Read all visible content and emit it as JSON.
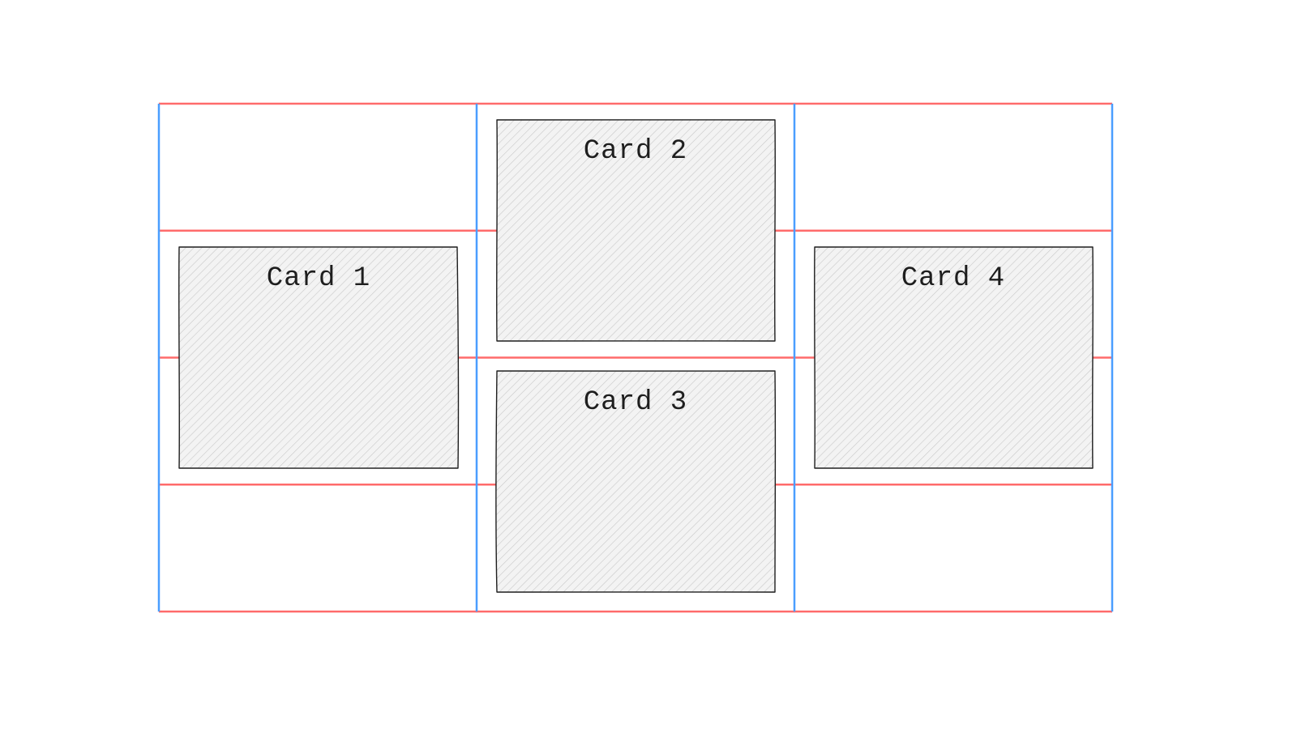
{
  "diagram": {
    "grid": {
      "columns": 3,
      "rows": 4,
      "row_line_color": "#ff6b6b",
      "column_line_color": "#4a9eff"
    },
    "card_style": {
      "stroke_color": "#1e1e1e",
      "fill_color": "#e9ecef",
      "fill_pattern": "diagonal-hatch"
    },
    "cards": [
      {
        "id": "card-1",
        "label": "Card 1",
        "column": 1,
        "row_start": 2,
        "row_span": 2
      },
      {
        "id": "card-2",
        "label": "Card 2",
        "column": 2,
        "row_start": 1,
        "row_span": 2
      },
      {
        "id": "card-3",
        "label": "Card 3",
        "column": 2,
        "row_start": 3,
        "row_span": 2
      },
      {
        "id": "card-4",
        "label": "Card 4",
        "column": 3,
        "row_start": 2,
        "row_span": 2
      }
    ]
  }
}
